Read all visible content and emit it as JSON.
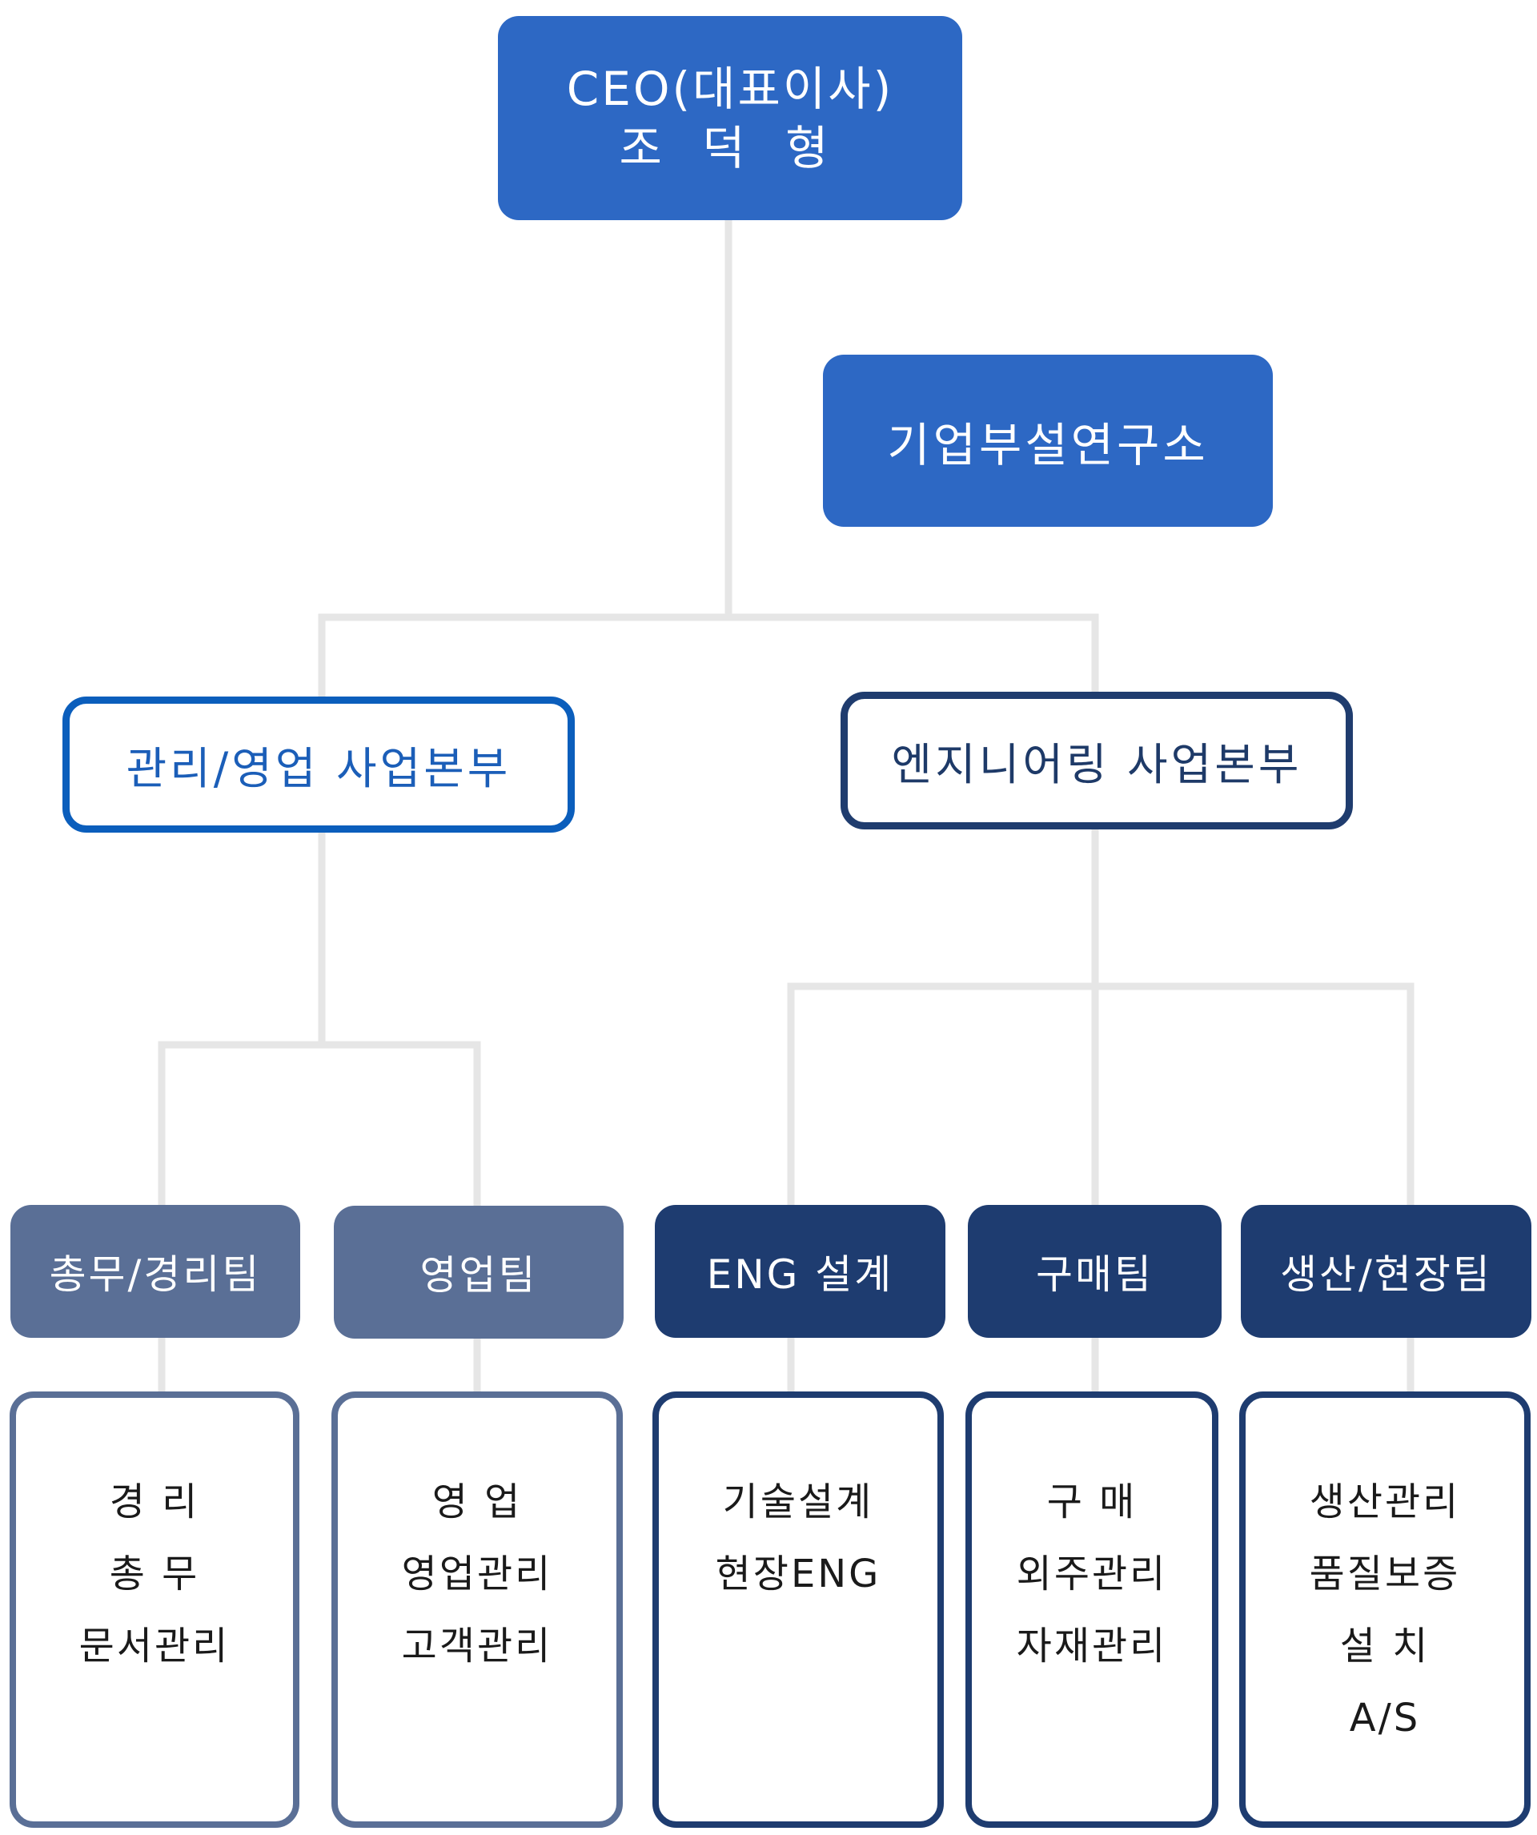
{
  "ceo": {
    "title": "CEO(대표이사)",
    "name": "조 덕 형"
  },
  "lab": {
    "label": "기업부설연구소"
  },
  "divisions": {
    "management": "관리/영업 사업본부",
    "engineering": "엔지니어링 사업본부"
  },
  "teams": [
    {
      "label": "총무/경리팀",
      "duties": [
        "경   리",
        "총   무",
        "문서관리"
      ]
    },
    {
      "label": "영업팀",
      "duties": [
        "영   업",
        "영업관리",
        "고객관리"
      ]
    },
    {
      "label": "ENG 설계",
      "duties": [
        "기술설계",
        "현장ENG"
      ]
    },
    {
      "label": "구매팀",
      "duties": [
        "구   매",
        "외주관리",
        "자재관리"
      ]
    },
    {
      "label": "생산/현장팀",
      "duties": [
        "생산관리",
        "품질보증",
        "설   치",
        "A/S"
      ]
    }
  ],
  "colors": {
    "top_fill": "#2D68C4",
    "team_light": "#5A6F96",
    "team_dark": "#1E3C70",
    "connector": "#E6E6E6"
  }
}
